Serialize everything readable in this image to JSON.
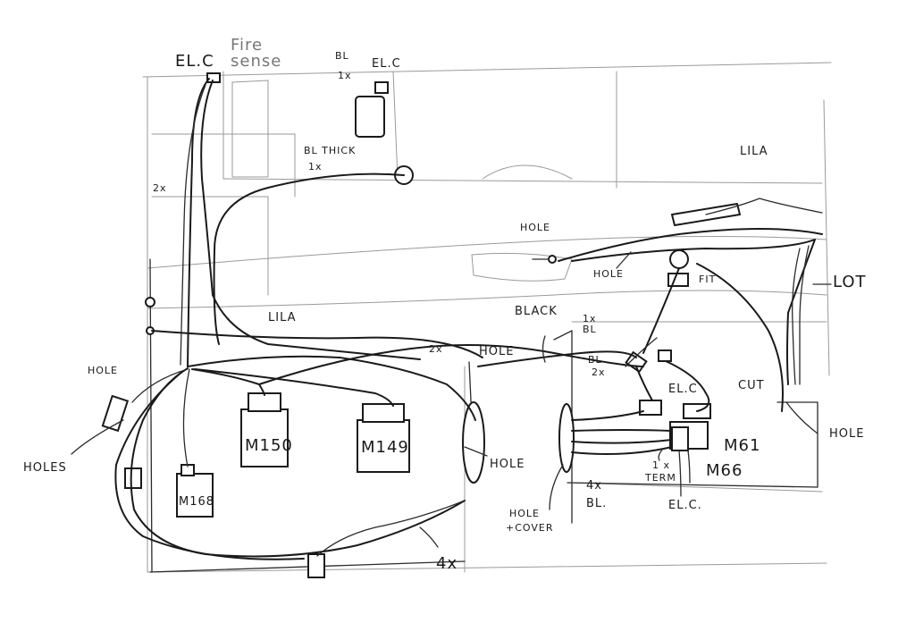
{
  "labels": {
    "elc_top_left": "EL.C",
    "fire_sense": "Fire\nsense",
    "bl_top": "BL",
    "onex_top": "1x",
    "elc_top_mid": "EL.C",
    "bl_thick": "BL THICK",
    "onex_thick": "1x",
    "twox_left": "2x",
    "lila_top_right": "LILA",
    "hole_top_mid": "HOLE",
    "hole_small_mid": "HOLE",
    "fit": "FIT",
    "lot": "LOT",
    "black": "BLACK",
    "onex_bl_line1": "1x",
    "onex_bl_line2": "BL",
    "lila_mid": "LILA",
    "twox_mid": "2x",
    "hole_mid": "HOLE",
    "hole_left": "HOLE",
    "holes_left": "HOLES",
    "m150": "M150",
    "m149": "M149",
    "m168": "M168",
    "hole_center": "HOLE",
    "bl_twox_line1": "BL",
    "bl_twox_line2": "2x",
    "elc_right": "EL.C",
    "cut": "CUT",
    "hole_right": "HOLE",
    "m61": "M61",
    "m66": "M66",
    "onex_term_line1": "1 x",
    "onex_term_line2": "TERM",
    "elc_bottom": "EL.C.",
    "fourx_bl_line1": "4x",
    "fourx_bl_line2": "BL.",
    "hole_cover_line1": "HOLE",
    "hole_cover_line2": "+COVER",
    "fourx_bottom": "4x"
  }
}
